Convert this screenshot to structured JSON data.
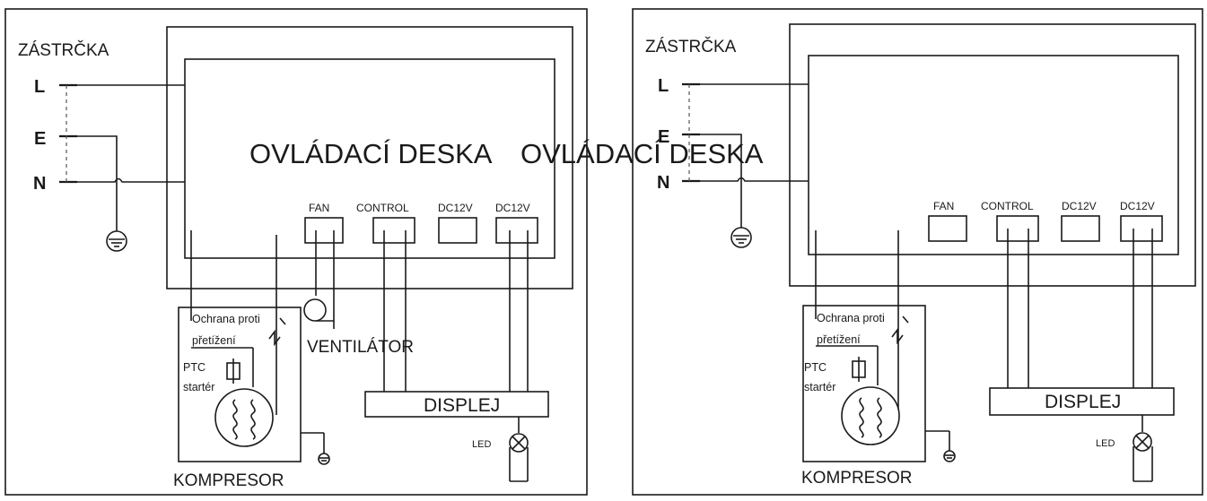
{
  "left": {
    "plug_label": "ZÁSTRČKA",
    "terminal_l": "L",
    "terminal_e": "E",
    "terminal_n": "N",
    "board_label": "OVLÁDACÍ DESKA",
    "port_fan": "FAN",
    "port_control": "CONTROL",
    "port_dc12v_a": "DC12V",
    "port_dc12v_b": "DC12V",
    "overload_line1": "Ochrana proti",
    "overload_line2": "přetížení",
    "ptc_line1": "PTC",
    "ptc_line2": "startér",
    "fan_label": "VENTILÁTOR",
    "display_label": "DISPLEJ",
    "led_label": "LED",
    "compressor_label": "KOMPRESOR"
  },
  "right": {
    "plug_label": "ZÁSTRČKA",
    "terminal_l": "L",
    "terminal_e": "E",
    "terminal_n": "N",
    "board_label": "OVLÁDACÍ DESKA",
    "port_fan": "FAN",
    "port_control": "CONTROL",
    "port_dc12v_a": "DC12V",
    "port_dc12v_b": "DC12V",
    "overload_line1": "Ochrana proti",
    "overload_line2": "přetížení",
    "ptc_line1": "PTC",
    "ptc_line2": "startér",
    "display_label": "DISPLEJ",
    "led_label": "LED",
    "compressor_label": "KOMPRESOR"
  }
}
